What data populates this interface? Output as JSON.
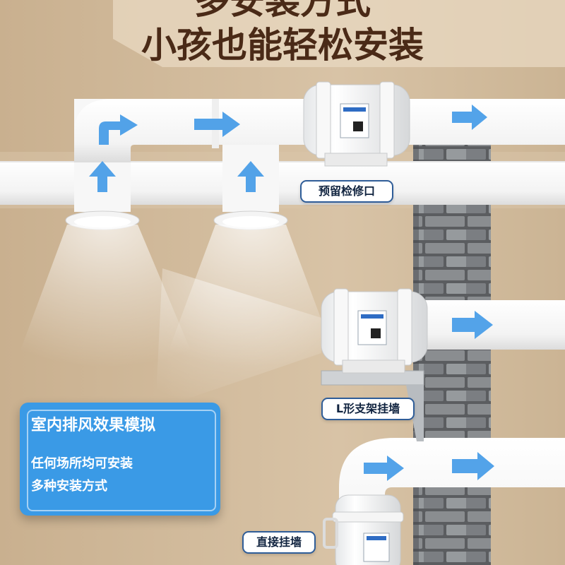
{
  "headline": {
    "line1": "多安装方式",
    "line2": "小孩也能轻松安装"
  },
  "labels": {
    "reserve_port": "预留检修口",
    "l_bracket": "L形支架挂墙",
    "direct_wall": "直接挂墙"
  },
  "info_card": {
    "title": "室内排风效果模拟",
    "line1": "任何场所均可安装",
    "line2": "多种安装方式"
  },
  "colors": {
    "wall": "#cdb596",
    "headline": "#4a2a17",
    "card": "#3a9ae6",
    "arrow": "#4a9ee8",
    "tag_border": "#2f5d98"
  }
}
